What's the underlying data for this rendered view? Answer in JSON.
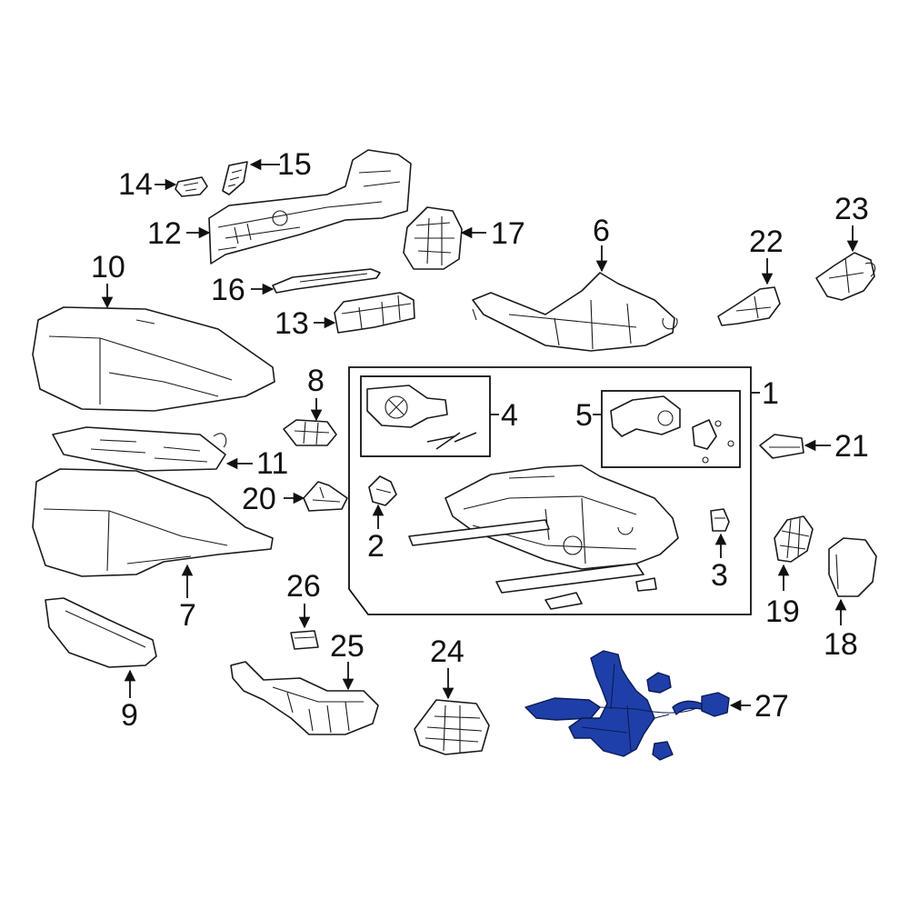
{
  "diagram": {
    "highlight_color": "#1f3fa8",
    "callouts": [
      {
        "id": "c1",
        "label": "1"
      },
      {
        "id": "c2",
        "label": "2"
      },
      {
        "id": "c3",
        "label": "3"
      },
      {
        "id": "c4",
        "label": "4"
      },
      {
        "id": "c5",
        "label": "5"
      },
      {
        "id": "c6",
        "label": "6"
      },
      {
        "id": "c7",
        "label": "7"
      },
      {
        "id": "c8",
        "label": "8"
      },
      {
        "id": "c9",
        "label": "9"
      },
      {
        "id": "c10",
        "label": "10"
      },
      {
        "id": "c11",
        "label": "11"
      },
      {
        "id": "c12",
        "label": "12"
      },
      {
        "id": "c13",
        "label": "13"
      },
      {
        "id": "c14",
        "label": "14"
      },
      {
        "id": "c15",
        "label": "15"
      },
      {
        "id": "c16",
        "label": "16"
      },
      {
        "id": "c17",
        "label": "17"
      },
      {
        "id": "c18",
        "label": "18"
      },
      {
        "id": "c19",
        "label": "19"
      },
      {
        "id": "c20",
        "label": "20"
      },
      {
        "id": "c21",
        "label": "21"
      },
      {
        "id": "c22",
        "label": "22"
      },
      {
        "id": "c23",
        "label": "23"
      },
      {
        "id": "c24",
        "label": "24"
      },
      {
        "id": "c25",
        "label": "25"
      },
      {
        "id": "c26",
        "label": "26"
      },
      {
        "id": "c27",
        "label": "27"
      }
    ]
  }
}
